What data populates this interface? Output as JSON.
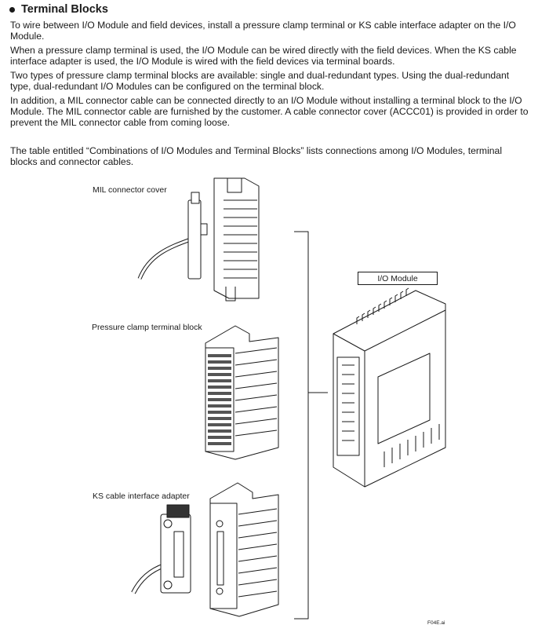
{
  "section": {
    "heading": "Terminal Blocks",
    "paragraphs": [
      "To wire between I/O Module and field devices, install a pressure clamp terminal or KS cable interface adapter on the I/O Module.",
      "When a pressure clamp terminal is used, the I/O Module can be wired directly with the field devices. When the KS cable interface adapter is used, the I/O Module is wired with the field devices via terminal boards.",
      "Two types of pressure clamp terminal blocks are available: single and dual-redundant types. Using the dual-redundant type, dual-redundant I/O Modules can be configured on the terminal block.",
      "In addition, a MIL connector cable can be connected directly to an I/O Module without installing a terminal block to the I/O Module. The MIL connector cable are furnished by the customer. A cable connector cover (ACCC01) is provided in order to prevent the MIL connector cable from coming loose.",
      "The table entitled “Combinations of I/O Modules and Terminal Blocks” lists connections among I/O Modules, terminal blocks and connector cables."
    ]
  },
  "figure": {
    "labels": {
      "mil_cover": "MIL connector cover",
      "pressure_clamp": "Pressure clamp terminal block",
      "ks_adapter": "KS cable interface adapter",
      "io_module": "I/O Module"
    },
    "figure_number": "F04E.ai"
  }
}
